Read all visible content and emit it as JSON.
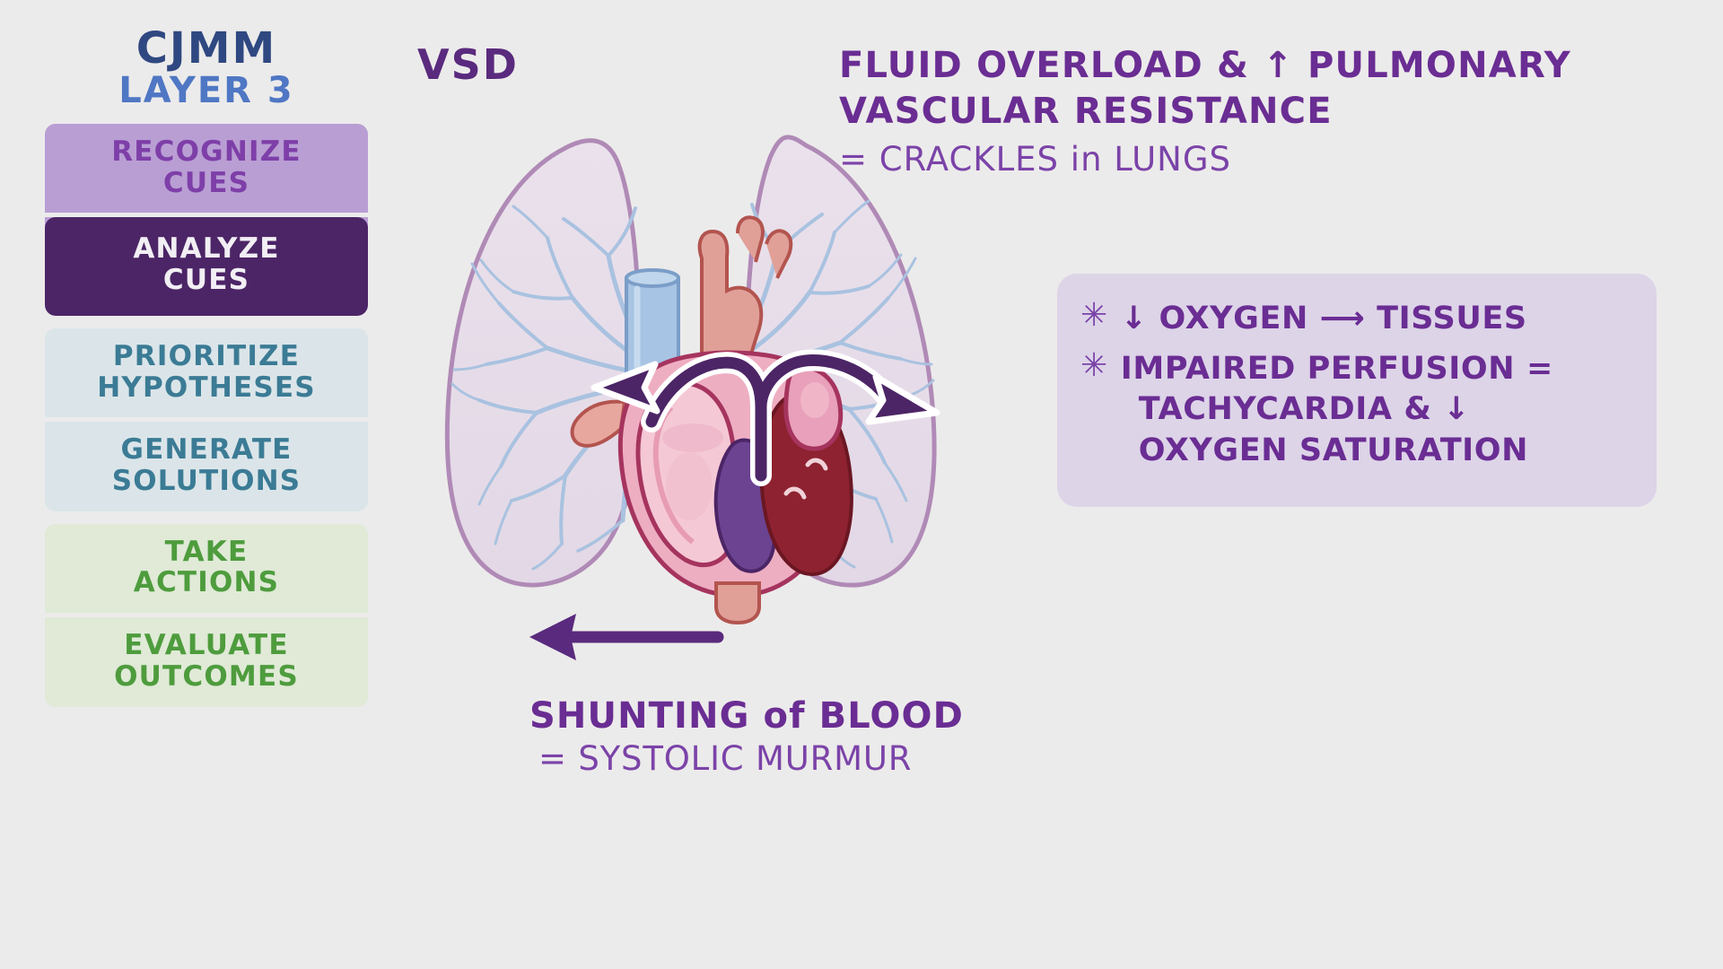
{
  "page": {
    "background_color": "#ecebeb",
    "topic_label": "VSD"
  },
  "sidebar": {
    "title_line1": "CJMM",
    "title_line2": "LAYER 3",
    "title_color_1": "#2f4881",
    "title_color_2": "#4f77c4",
    "groups": [
      {
        "group_name": "cues",
        "bg": "#b99ed4",
        "items": [
          {
            "label": "RECOGNIZE\nCUES",
            "line1": "RECOGNIZE",
            "line2": "CUES",
            "state": "inactive",
            "text_color": "#7e3fa8",
            "bg": "#b99ed4"
          },
          {
            "label": "ANALYZE\nCUES",
            "line1": "ANALYZE",
            "line2": "CUES",
            "state": "active",
            "text_color": "#f2eff4",
            "bg": "#4c2566"
          }
        ]
      },
      {
        "group_name": "hypotheses-solutions",
        "bg": "#dbe5e9",
        "items": [
          {
            "line1": "PRIORITIZE",
            "line2": "HYPOTHESES",
            "state": "inactive",
            "text_color": "#3b7b95",
            "bg": "#dbe5e9"
          },
          {
            "line1": "GENERATE",
            "line2": "SOLUTIONS",
            "state": "inactive",
            "text_color": "#3b7b95",
            "bg": "#dbe5e9"
          }
        ]
      },
      {
        "group_name": "actions-outcomes",
        "bg": "#e0ead7",
        "items": [
          {
            "line1": "TAKE",
            "line2": "ACTIONS",
            "state": "inactive",
            "text_color": "#4e9c3d",
            "bg": "#e0ead7"
          },
          {
            "line1": "EVALUATE",
            "line2": "OUTCOMES",
            "state": "inactive",
            "text_color": "#4e9c3d",
            "bg": "#e0ead7"
          }
        ]
      }
    ]
  },
  "heading": {
    "line1": "FLUID OVERLOAD & ↑ PULMONARY",
    "line2": "VASCULAR RESISTANCE",
    "line3": "= CRACKLES in LUNGS",
    "strong_color": "#6a2d93",
    "light_color": "#7b43a8"
  },
  "infobox": {
    "bg": "#ddd4e8",
    "bullet_glyph": "✳",
    "bullets": [
      {
        "text": "↓ OXYGEN ⟶ TISSUES",
        "continuation": []
      },
      {
        "text": "IMPAIRED PERFUSION =",
        "continuation": [
          "TACHYCARDIA & ↓",
          "OXYGEN SATURATION"
        ]
      }
    ]
  },
  "caption": {
    "line1_pre": "SHUNTING ",
    "line1_lc": "of",
    "line1_post": " BLOOD",
    "line2": "= SYSTOLIC MURMUR",
    "strong_color": "#6a2d93",
    "light_color": "#7b43a8"
  },
  "illustration": {
    "name": "heart-and-lungs-vsd-diagram",
    "arrows": [
      {
        "name": "shunt-arrow-left-pulmonary",
        "direction": "left"
      },
      {
        "name": "shunt-arrow-right-pulmonary",
        "direction": "right"
      },
      {
        "name": "shunt-arrow-bottom-left",
        "direction": "left"
      }
    ],
    "colors": {
      "lung_fill": "#e9e0ea",
      "lung_outline": "#b08ab6",
      "bronchi": "#a9c2e0",
      "heart_pink": "#eeaec2",
      "heart_dark_red": "#8e2230",
      "heart_purple": "#6b4391",
      "aorta": "#e0a098",
      "vena_cava": "#a8c4e4",
      "arrow_purple": "#5a2a7e"
    }
  }
}
